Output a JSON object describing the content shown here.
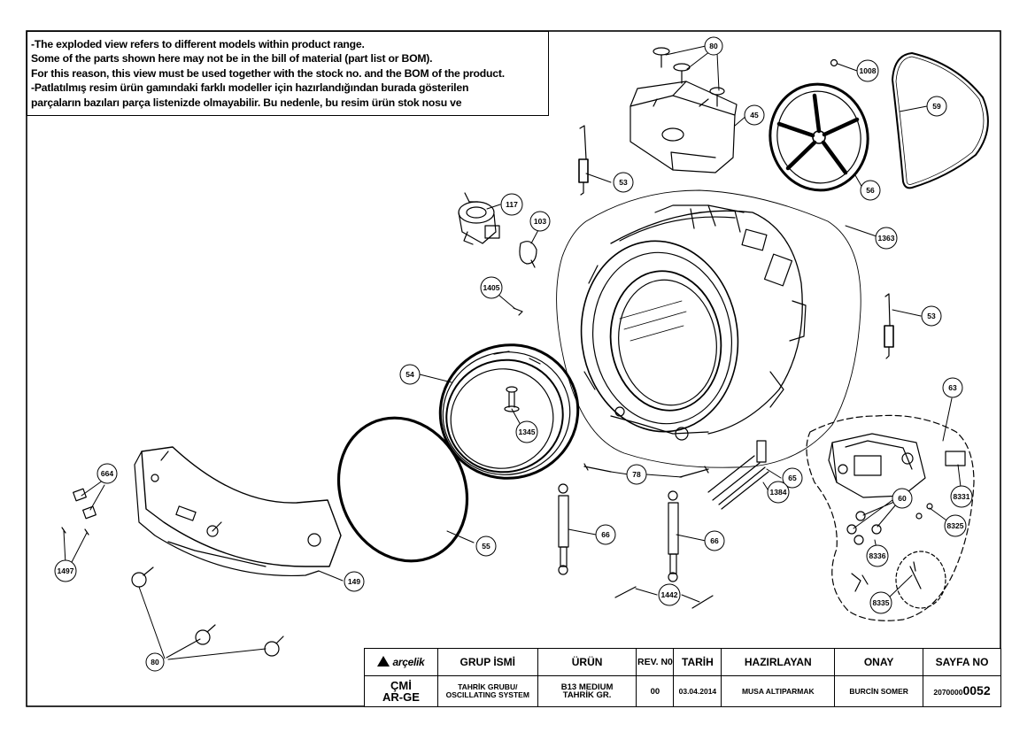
{
  "notes": [
    "-The exploded view refers to different models within product range.",
    "Some of the parts shown here may not be in the bill of material (part list or BOM).",
    "For this reason, this view must be used together with the stock no. and the BOM of the product.",
    "-Patlatılmış resim ürün gamındaki farklı modeller için hazırlandığından burada gösterilen",
    "parçaların bazıları parça listenizde olmayabilir. Bu nedenle, bu resim ürün stok nosu ve"
  ],
  "parts": [
    "80",
    "1008",
    "59",
    "45",
    "56",
    "53",
    "117",
    "103",
    "1363",
    "1405",
    "53",
    "54",
    "1345",
    "63",
    "664",
    "78",
    "65",
    "1384",
    "60",
    "8331",
    "8325",
    "66",
    "66",
    "55",
    "1497",
    "8336",
    "149",
    "1442",
    "8335",
    "80"
  ],
  "title_block": {
    "logo": "arçelik",
    "headers": [
      "GRUP İSMİ",
      "ÜRÜN",
      "REV. N0",
      "TARİH",
      "HAZIRLAYAN",
      "ONAY",
      "SAYFA NO"
    ],
    "cmi_line1": "ÇMİ",
    "cmi_line2": "AR-GE",
    "group_line1": "TAHRİK GRUBU/",
    "group_line2": "OSCILLATING SYSTEM",
    "product_line1": "B13 MEDIUM",
    "product_line2": "TAHRİK GR.",
    "rev": "00",
    "date": "03.04.2014",
    "prepared": "MUSA ALTIPARMAK",
    "approved": "BURCİN SOMER",
    "page_prefix": "2070000",
    "page_suffix": "0052"
  }
}
